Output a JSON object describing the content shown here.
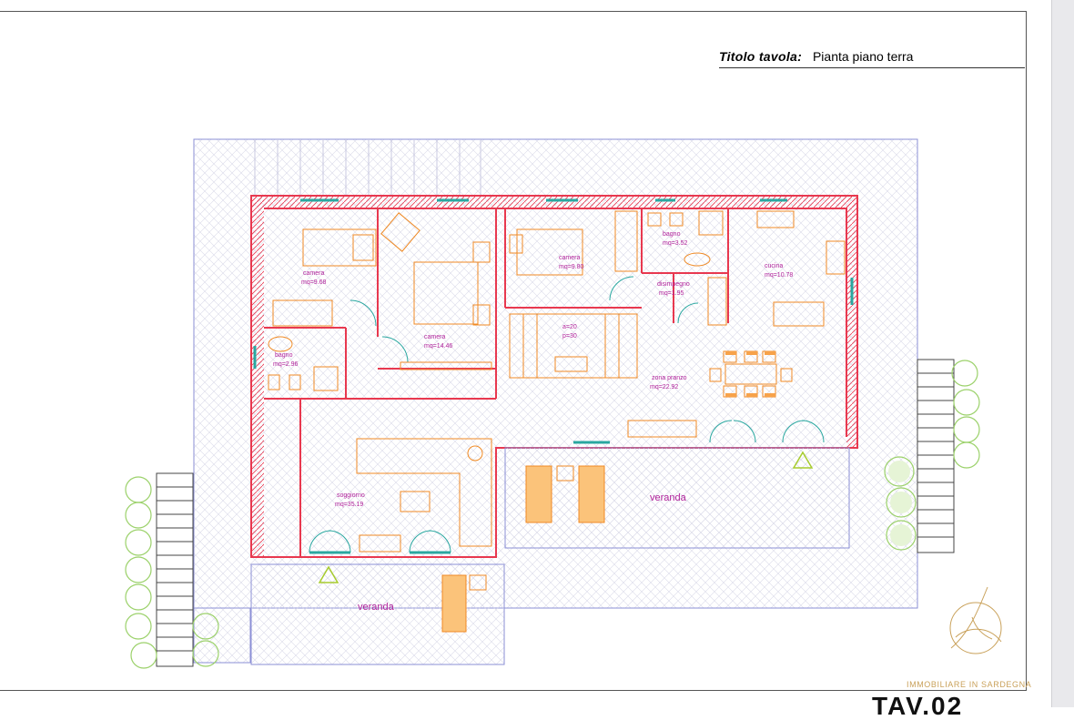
{
  "title_block": {
    "label": "Titolo tavola:",
    "value": "Pianta piano terra"
  },
  "rooms": [
    {
      "id": "camera-1",
      "name": "camera",
      "area": "mq=9.68"
    },
    {
      "id": "camera-2",
      "name": "camera",
      "area": "mq=14.46"
    },
    {
      "id": "camera-3",
      "name": "camera",
      "area": "mq=9.80"
    },
    {
      "id": "bagno-1",
      "name": "bagno",
      "area": "mq=2.96"
    },
    {
      "id": "bagno-2",
      "name": "bagno",
      "area": "mq=3.52"
    },
    {
      "id": "disimpegno",
      "name": "disimpegno",
      "area": "mq=1.95"
    },
    {
      "id": "cucina",
      "name": "cucina",
      "area": "mq=10.78"
    },
    {
      "id": "zona-pranzo",
      "name": "zona pranzo",
      "area": "mq=22.92"
    },
    {
      "id": "soggiorno",
      "name": "soggiorno",
      "area": "mq=35.19"
    }
  ],
  "stairs": {
    "a": "a=20",
    "p": "p=30"
  },
  "verandas": [
    "veranda",
    "veranda"
  ],
  "brand": "IMMOBILIARE IN SARDEGNA",
  "sheet_code": "TAV.02",
  "colors": {
    "walls": "#e8384f",
    "furniture": "#f08a24",
    "glazing": "#2aa7a0",
    "labels": "#b0219a",
    "paving": "#8b8fd6",
    "trees": "#9bd16a"
  }
}
